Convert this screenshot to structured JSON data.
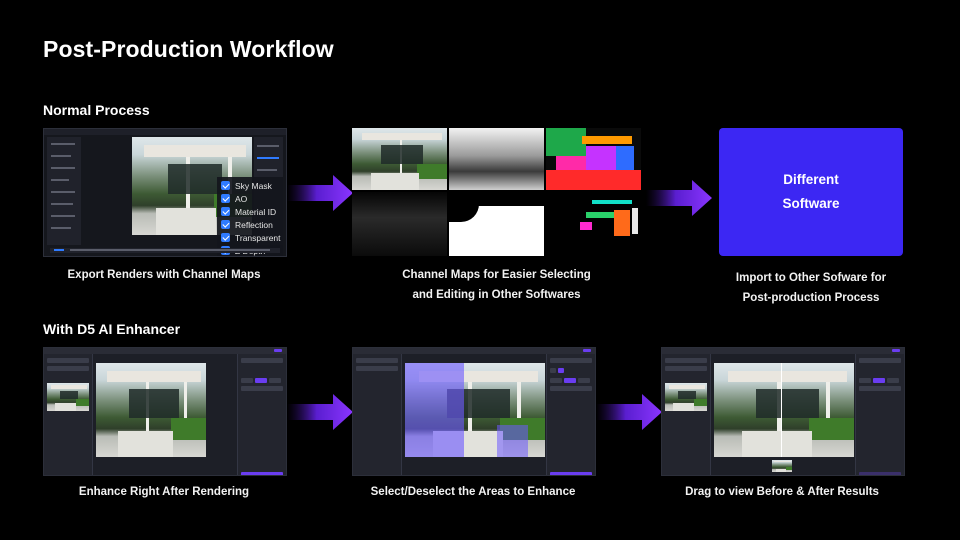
{
  "title": "Post-Production Workflow",
  "sections": {
    "normal": "Normal Process",
    "d5": "With D5 AI Enhancer"
  },
  "normal_process": {
    "channels": [
      "Sky Mask",
      "AO",
      "Material ID",
      "Reflection",
      "Transparent",
      "Z Depth"
    ],
    "cap1": "Export Renders with Channel Maps",
    "cap2_line1": "Channel Maps for Easier Selecting",
    "cap2_line2": "and Editing in Other Softwares",
    "box_line1": "Different",
    "box_line2": "Software",
    "cap3_line1": "Import to Other Sofware for",
    "cap3_line2": "Post-production Process"
  },
  "d5_process": {
    "cap1": "Enhance Right After Rendering",
    "cap2": "Select/Deselect the Areas to Enhance",
    "cap3": "Drag to view Before & After Results"
  },
  "colors": {
    "accent_blue": "#3c27f3",
    "arrow_purple": "#7a2cf0",
    "check_blue": "#2f7bff"
  }
}
